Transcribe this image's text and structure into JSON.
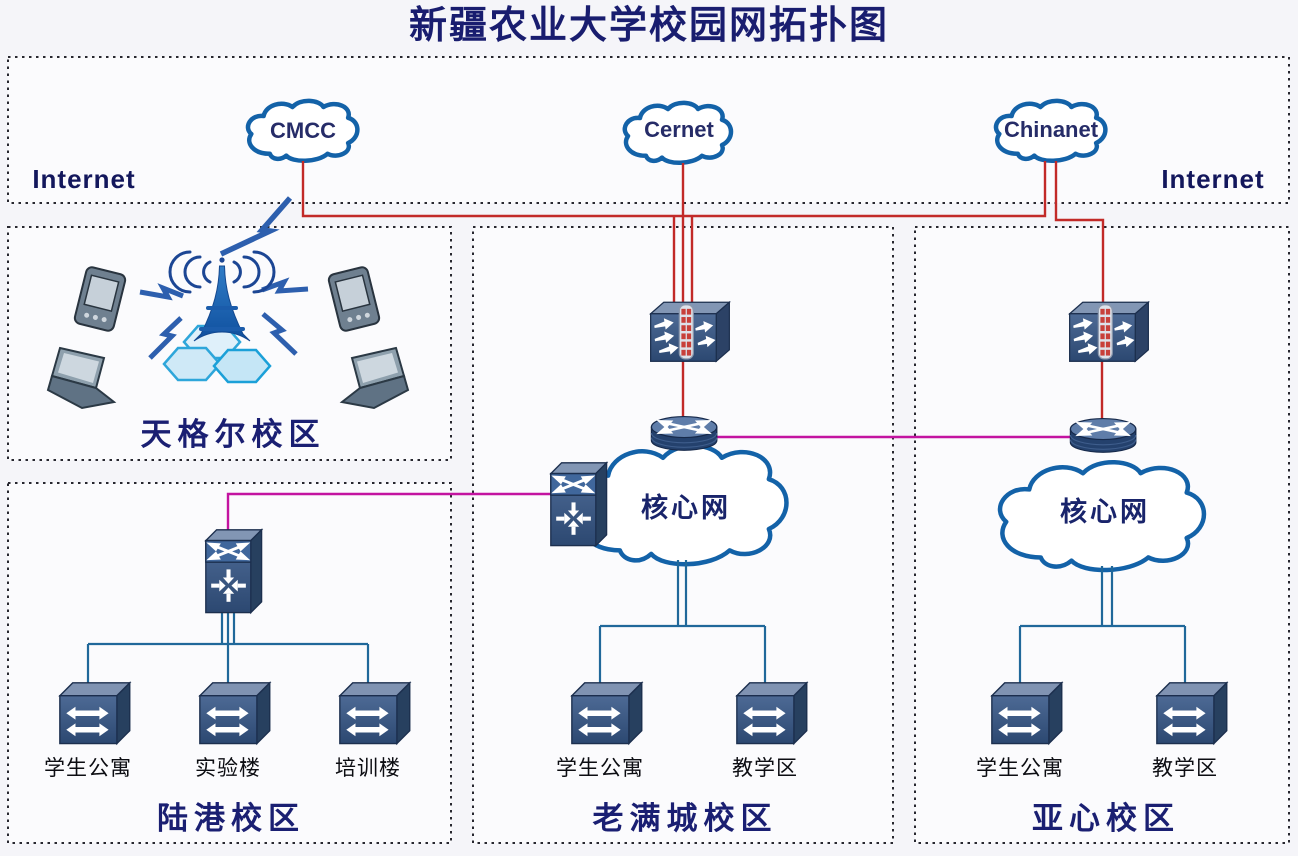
{
  "title": "新疆农业大学校园网拓扑图",
  "internet_zone": {
    "label_left": "Internet",
    "label_right": "Internet",
    "clouds": [
      {
        "label": "CMCC"
      },
      {
        "label": "Cernet"
      },
      {
        "label": "Chinanet"
      }
    ]
  },
  "campuses": {
    "tianger": {
      "label": "天格尔校区"
    },
    "lugang": {
      "label": "陆港校区",
      "switches": [
        {
          "label": "学生公寓"
        },
        {
          "label": "实验楼"
        },
        {
          "label": "培训楼"
        }
      ]
    },
    "laomancheng": {
      "label": "老满城校区",
      "core_cloud_label": "核心网",
      "switches": [
        {
          "label": "学生公寓"
        },
        {
          "label": "教学区"
        }
      ]
    },
    "yaxin": {
      "label": "亚心校区",
      "core_cloud_label": "核心网",
      "switches": [
        {
          "label": "学生公寓"
        },
        {
          "label": "教学区"
        }
      ]
    }
  },
  "link_colors": {
    "wan": "#c22a28",
    "inter_campus": "#c313a0",
    "lan": "#20689a"
  }
}
